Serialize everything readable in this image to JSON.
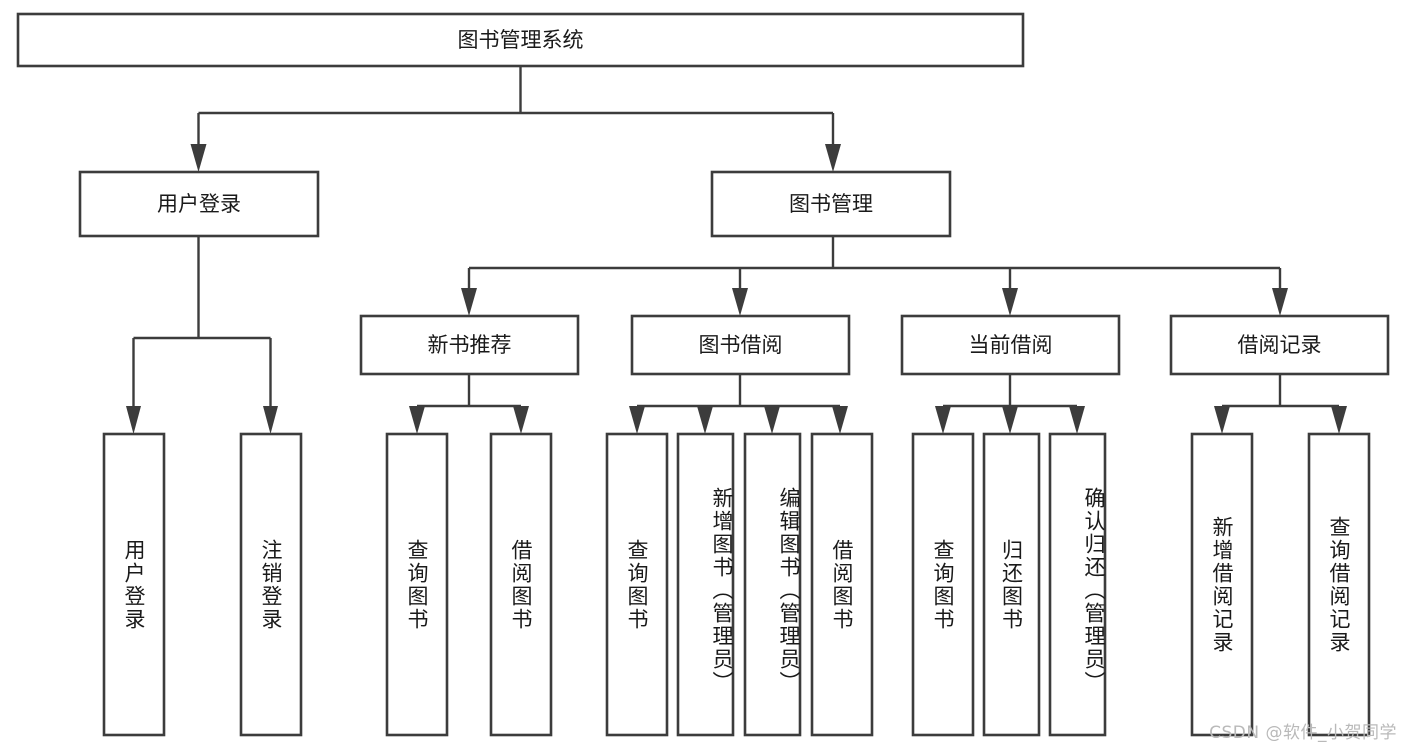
{
  "diagram": {
    "type": "tree",
    "title": "图书管理系统",
    "watermark": "CSDN @软件_小贺同学",
    "levels": {
      "root": {
        "label": "图书管理系统",
        "orientation": "horizontal"
      },
      "level2": [
        {
          "id": "user-login",
          "label": "用户登录",
          "orientation": "horizontal"
        },
        {
          "id": "book-manage",
          "label": "图书管理",
          "orientation": "horizontal"
        }
      ],
      "level3": [
        {
          "id": "new-book-rec",
          "label": "新书推荐",
          "parent": "book-manage",
          "orientation": "horizontal"
        },
        {
          "id": "book-borrow",
          "label": "图书借阅",
          "parent": "book-manage",
          "orientation": "horizontal"
        },
        {
          "id": "current-borrow",
          "label": "当前借阅",
          "parent": "book-manage",
          "orientation": "horizontal"
        },
        {
          "id": "borrow-record",
          "label": "借阅记录",
          "parent": "book-manage",
          "orientation": "horizontal"
        }
      ],
      "leaves": [
        {
          "id": "leaf-user-login",
          "label": "用户登录",
          "parent": "user-login",
          "orientation": "vertical"
        },
        {
          "id": "leaf-logout",
          "label": "注销登录",
          "parent": "user-login",
          "orientation": "vertical"
        },
        {
          "id": "leaf-rec-query",
          "label": "查询图书",
          "parent": "new-book-rec",
          "orientation": "vertical"
        },
        {
          "id": "leaf-rec-borrow",
          "label": "借阅图书",
          "parent": "new-book-rec",
          "orientation": "vertical"
        },
        {
          "id": "leaf-borrow-query",
          "label": "查询图书",
          "parent": "book-borrow",
          "orientation": "vertical"
        },
        {
          "id": "leaf-add-book",
          "label": "新增图书（管理员）",
          "parent": "book-borrow",
          "orientation": "vertical"
        },
        {
          "id": "leaf-edit-book",
          "label": "编辑图书（管理员）",
          "parent": "book-borrow",
          "orientation": "vertical"
        },
        {
          "id": "leaf-borrow-book",
          "label": "借阅图书",
          "parent": "book-borrow",
          "orientation": "vertical"
        },
        {
          "id": "leaf-cur-query",
          "label": "查询图书",
          "parent": "current-borrow",
          "orientation": "vertical"
        },
        {
          "id": "leaf-return-book",
          "label": "归还图书",
          "parent": "current-borrow",
          "orientation": "vertical"
        },
        {
          "id": "leaf-confirm-return",
          "label": "确认归还（管理员）",
          "parent": "current-borrow",
          "orientation": "vertical"
        },
        {
          "id": "leaf-add-record",
          "label": "新增借阅记录",
          "parent": "borrow-record",
          "orientation": "vertical"
        },
        {
          "id": "leaf-query-record",
          "label": "查询借阅记录",
          "parent": "borrow-record",
          "orientation": "vertical"
        }
      ]
    },
    "colors": {
      "box_stroke": "#3c3c3c",
      "box_fill": "#ffffff",
      "text": "#1a1a1a",
      "connector": "#3c3c3c",
      "watermark": "#b9b9b9",
      "background": "#ffffff"
    }
  }
}
